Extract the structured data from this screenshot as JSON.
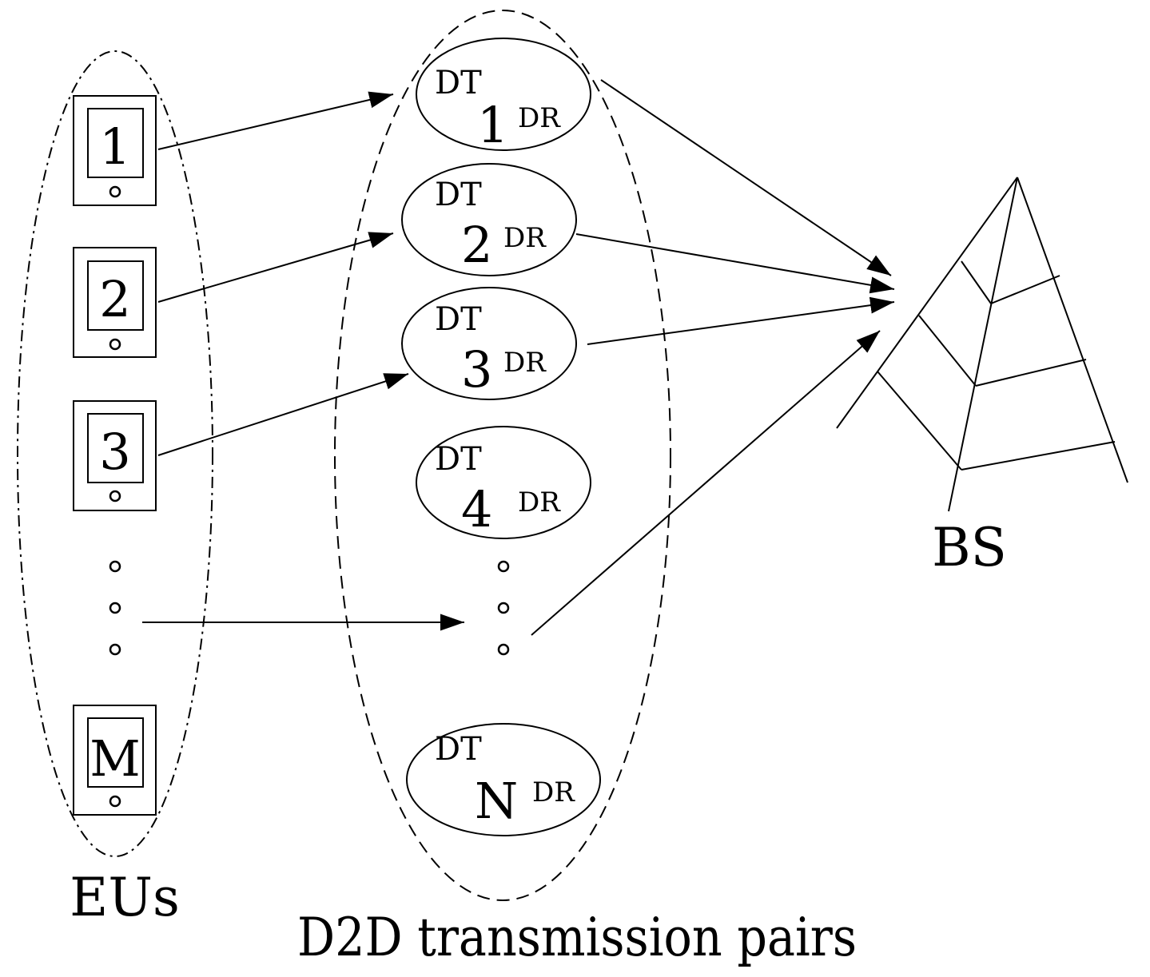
{
  "eus": {
    "label": "EUs",
    "devices": [
      "1",
      "2",
      "3",
      "M"
    ]
  },
  "pairs": {
    "label": "D2D transmission pairs",
    "items": [
      {
        "dt": "DT",
        "num": "1",
        "dr": "DR"
      },
      {
        "dt": "DT",
        "num": "2",
        "dr": "DR"
      },
      {
        "dt": "DT",
        "num": "3",
        "dr": "DR"
      },
      {
        "dt": "DT",
        "num": "4",
        "dr": "DR"
      },
      {
        "dt": "DT",
        "num": "N",
        "dr": "DR"
      }
    ]
  },
  "bs": {
    "label": "BS"
  }
}
